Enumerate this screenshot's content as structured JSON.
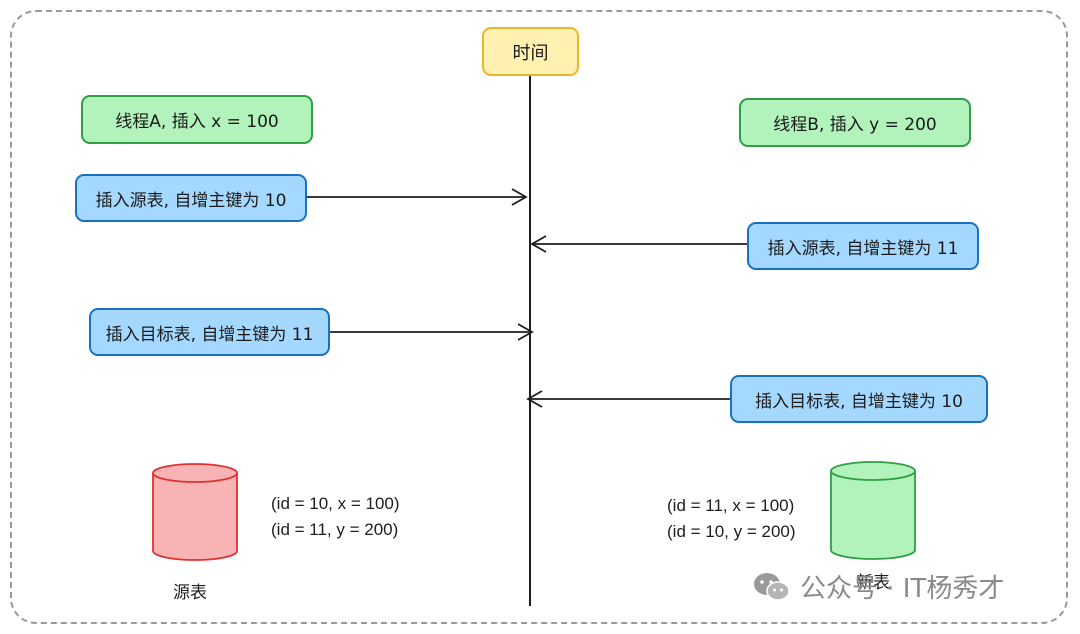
{
  "timeline": {
    "label": "时间"
  },
  "threads": {
    "a_label": "线程A, 插入 x = 100",
    "b_label": "线程B, 插入 y = 200"
  },
  "steps": [
    {
      "text": "插入源表, 自增主键为 10"
    },
    {
      "text": "插入源表, 自增主键为 11"
    },
    {
      "text": "插入目标表, 自增主键为 11"
    },
    {
      "text": "插入目标表, 自增主键为 10"
    }
  ],
  "source_table": {
    "name": "源表",
    "rows": [
      "(id = 10, x = 100)",
      "(id = 11, y = 200)"
    ],
    "color": "#f8b4b4"
  },
  "target_table": {
    "name": "新表",
    "rows": [
      "(id = 11, x = 100)",
      "(id = 10, y = 200)"
    ],
    "color": "#b2f2bb"
  },
  "watermark": {
    "text": "公众号 · IT杨秀才"
  }
}
